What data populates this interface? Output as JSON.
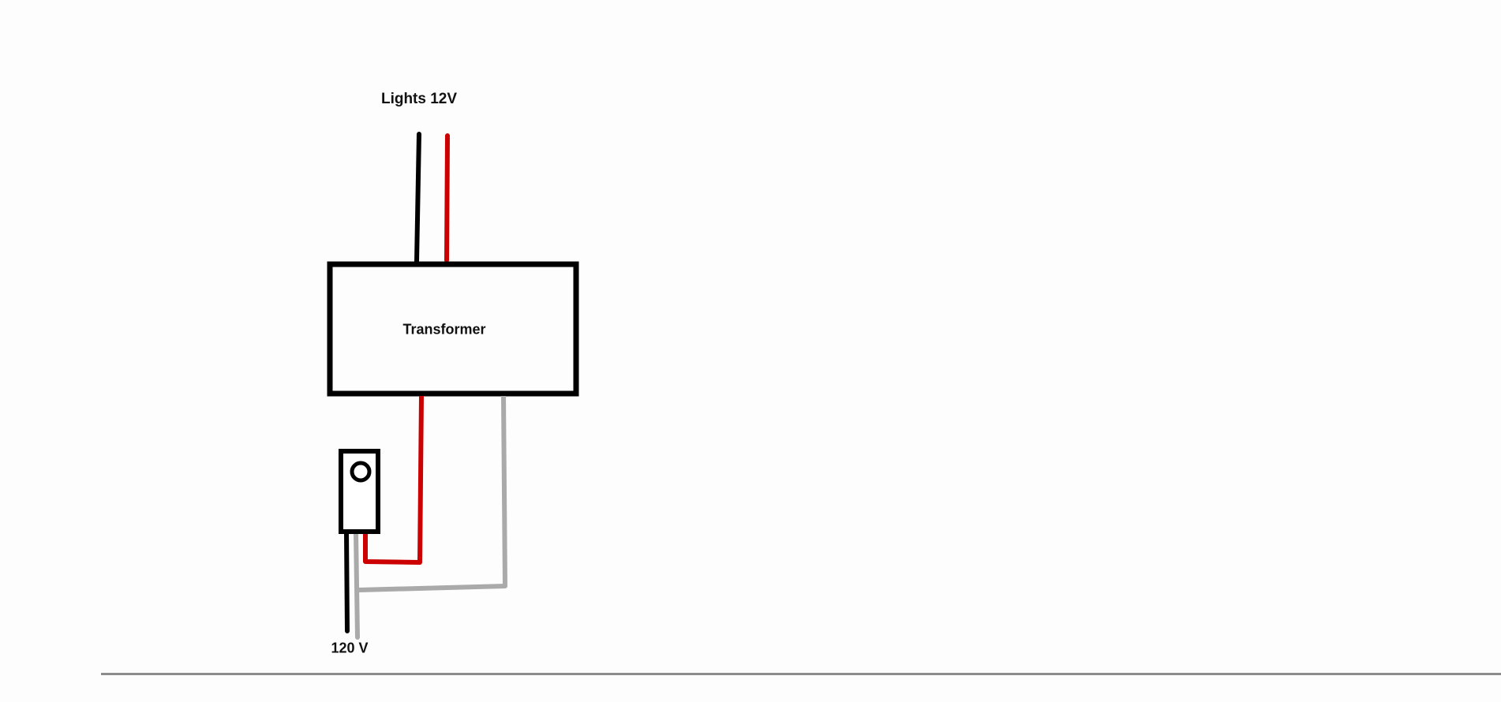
{
  "labels": {
    "lights": "Lights 12V",
    "transformer": "Transformer",
    "mains": "120 V"
  },
  "colors": {
    "black_wire": "#000000",
    "red_wire": "#cc0000",
    "gray_wire": "#aaaaaa"
  }
}
